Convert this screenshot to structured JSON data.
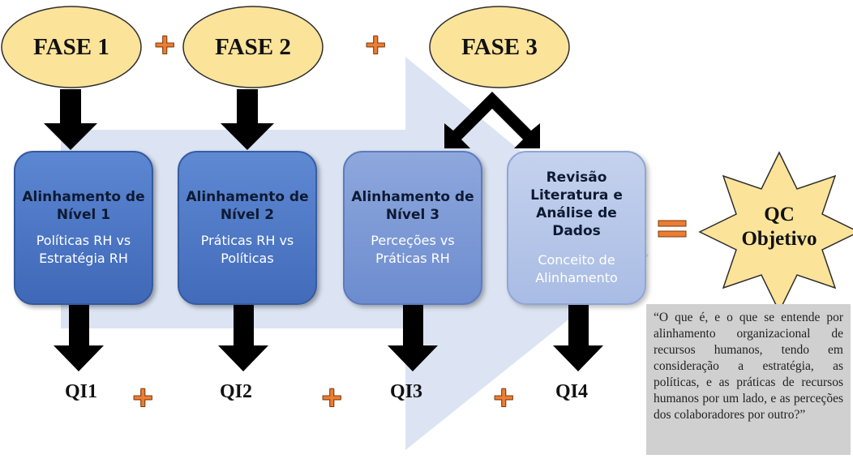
{
  "phases": [
    "FASE 1",
    "FASE 2",
    "FASE 3"
  ],
  "plus_symbol": "+",
  "equals_symbol": "=",
  "boxes": [
    {
      "title": "Alinhamento de Nível 1",
      "subtitle": "Políticas RH vs Estratégia RH"
    },
    {
      "title": "Alinhamento de Nível 2",
      "subtitle": "Práticas RH vs Políticas"
    },
    {
      "title": "Alinhamento de Nível 3",
      "subtitle": "Perceções vs Práticas RH"
    },
    {
      "title": "Revisão Literatura e Análise de Dados",
      "subtitle": "Conceito de Alinhamento"
    }
  ],
  "questions": [
    "QI1",
    "QI2",
    "QI3",
    "QI4"
  ],
  "objective": {
    "line1": "QC",
    "line2": "Objetivo"
  },
  "quote": "“O que é, e o que se entende por alinhamento organizacional de recursos humanos, tendo em consideração a estratégia, as políticas, e as práticas de recursos humanos por um lado, e as perceções dos colaboradores por outro?”",
  "colors": {
    "phase_fill": "#fbe39a",
    "box_dark": "#4472c4",
    "box_light": "#b4c7e7",
    "background_arrow": "#dae3f3",
    "plus": "#ed7d31",
    "quote_bg": "#d0d0d0"
  }
}
